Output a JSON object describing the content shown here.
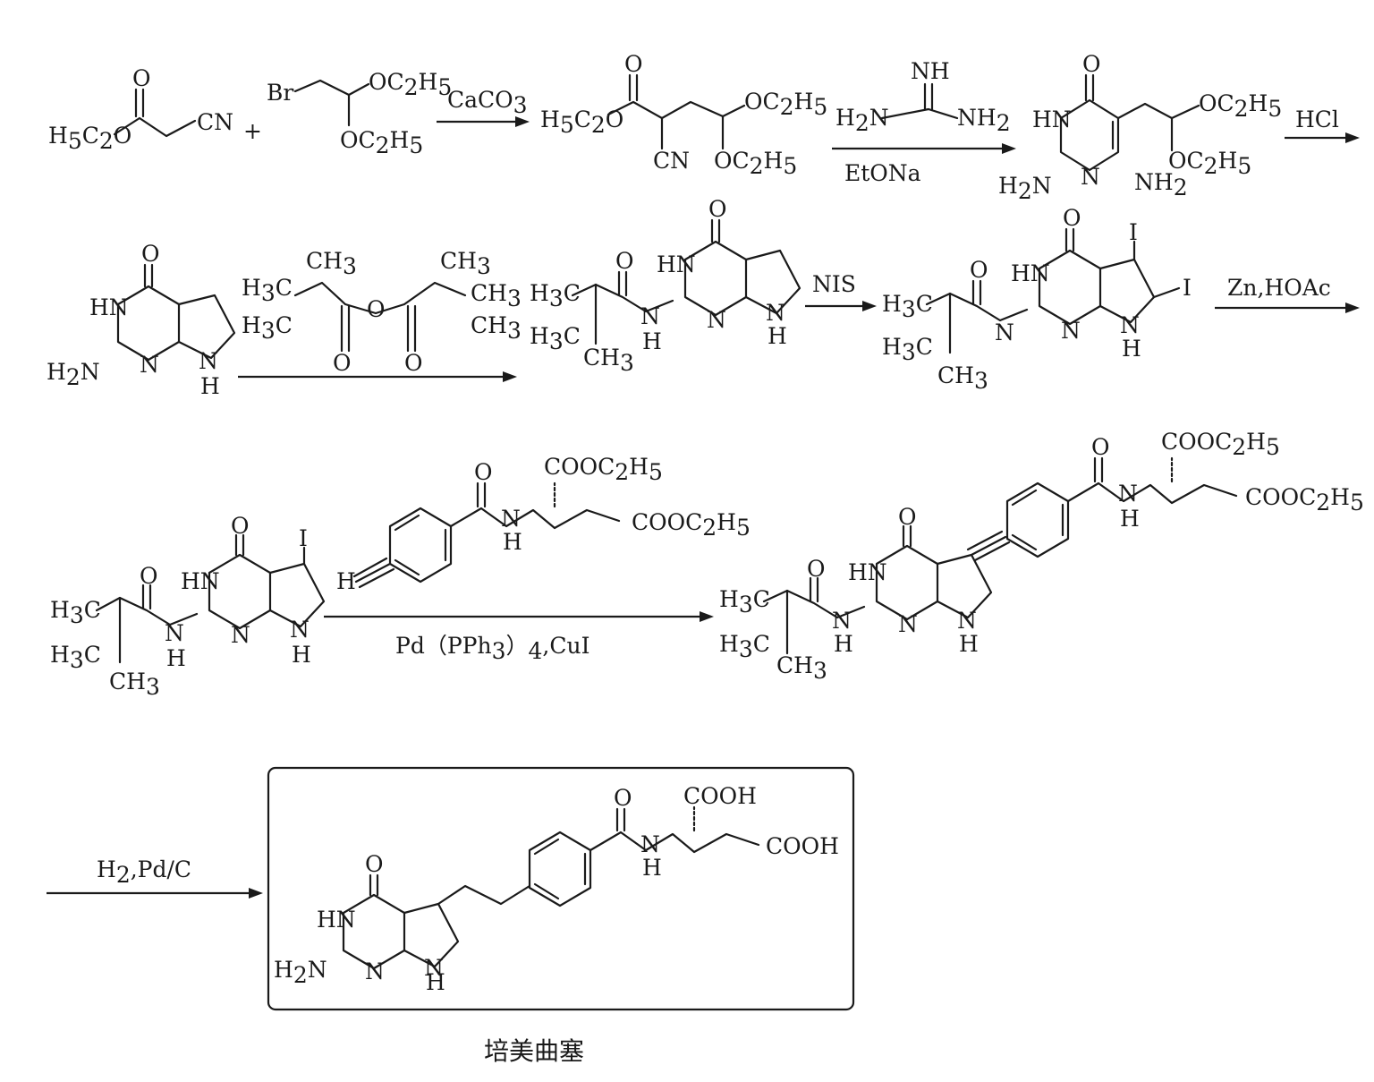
{
  "reagents": {
    "step1": "CaCO",
    "step1_sub": "3",
    "step2": "EtONa",
    "step3": "HCl",
    "step5": "NIS",
    "step6": "Zn,HOAc",
    "step7": "Pd（PPh",
    "step7_sub1": "3",
    "step7_paren": "）",
    "step7_sub2": "4",
    "step7_tail": ",CuI",
    "step8_h": "H",
    "step8_sub": "2",
    "step8_tail": ",Pd/C"
  },
  "product_name": "培美曲塞",
  "atoms": {
    "O": "O",
    "N": "N",
    "NH": "NH",
    "HN": "HN",
    "H": "H",
    "I": "I",
    "CN": "CN",
    "Br": "Br",
    "plus": "+",
    "COOH": "COOH",
    "H2N": "H",
    "NH2": "NH",
    "CH3": "CH",
    "H3C": "H",
    "OC2H5": "OC",
    "H5C2O": "H",
    "COOC2H5": "COOC",
    "sub2": "2",
    "sub3": "3",
    "sub5": "5"
  }
}
